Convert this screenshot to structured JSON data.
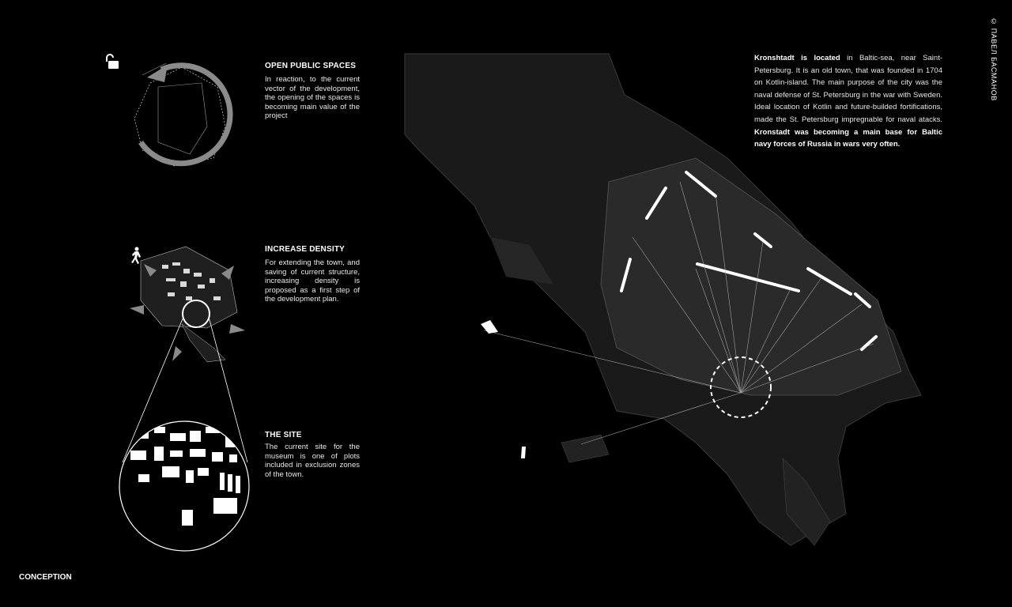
{
  "author": "© ПАВЕЛ БАСМАНОВ",
  "sections": [
    {
      "title": "OPEN PUBLIC SPACES",
      "text": "In reaction, to the current vector of the development, the opening of the spaces is becoming main value of the project"
    },
    {
      "title": "INCREASE DENSITY",
      "text": "For extending the town, and saving of current structure, increasing density is proposed as a first step of the development plan."
    },
    {
      "title": "THE SITE",
      "text": "The current site for the museum is one of plots included in exclusion zones of the town."
    }
  ],
  "intro": {
    "lead": "Kronshtadt is located",
    "text": " in Baltic-sea, near Saint-Petersburg. It is an old town, that was founded in 1704 on Kotlin-island.  The main purpose of the city was the naval defense of St. Petersburg in the war with Sweden. Ideal location of Kotlin and future-builded fortifications, made the St. Petersburg impregnable for naval atacks. ",
    "bold_end": "Kronstadt was becoming a main base for Baltic navy forces of Russia in wars very often."
  },
  "footer": "CONCEPTION",
  "colors": {
    "background": "#000000",
    "text": "#ffffff",
    "diagram_grey": "#8a8a8a",
    "map": "#1c1c1c"
  },
  "icons": [
    "unlock-icon",
    "pedestrian-icon"
  ]
}
